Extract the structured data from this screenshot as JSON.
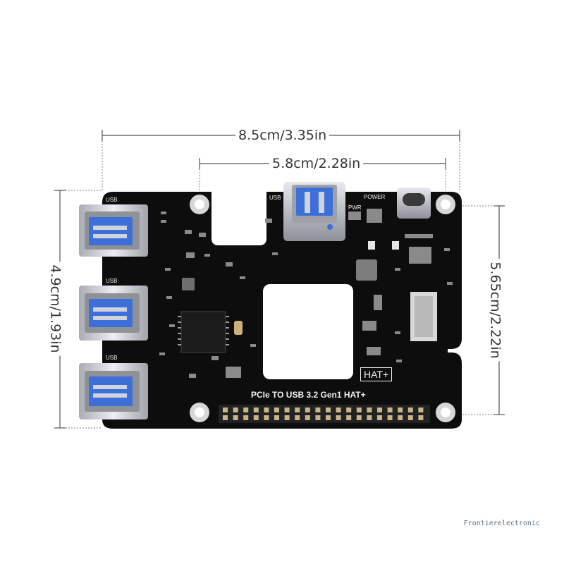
{
  "dimensions": {
    "overall_width": "8.5cm/3.35in",
    "inner_width": "5.8cm/2.28in",
    "left_height": "4.9cm/1.93in",
    "right_height": "5.65cm/2.22in"
  },
  "board": {
    "title": "PCIe TO USB 3.2 Gen1 HAT+",
    "hat_logo": "HAT+",
    "usb_labels": [
      "USB",
      "USB",
      "USB",
      "USB"
    ],
    "power_label": "POWER",
    "pwr_label": "PWR",
    "colors": {
      "pcb": "#0d0d0d",
      "usb_blue": "#3c6fd8",
      "metal": "#c9ccd1",
      "silkscreen": "#f2f2f2"
    }
  },
  "watermark": "Frontierelectronic"
}
